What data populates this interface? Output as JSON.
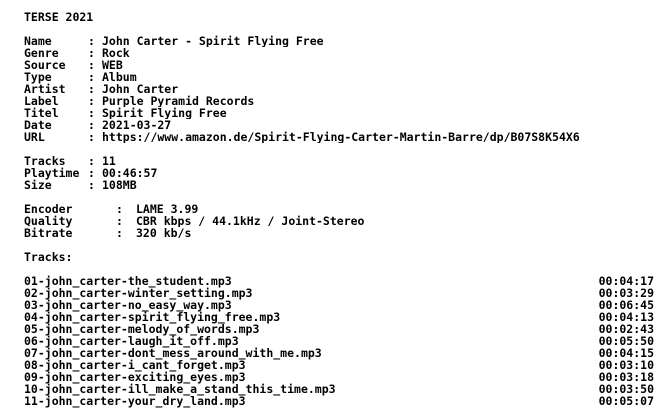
{
  "title": "TERSE 2021",
  "info": [
    {
      "key": "Name",
      "value": "John Carter - Spirit Flying Free"
    },
    {
      "key": "Genre",
      "value": "Rock"
    },
    {
      "key": "Source",
      "value": "WEB"
    },
    {
      "key": "Type",
      "value": "Album"
    },
    {
      "key": "Artist",
      "value": "John Carter"
    },
    {
      "key": "Label",
      "value": "Purple Pyramid Records"
    },
    {
      "key": "Titel",
      "value": "Spirit Flying Free"
    },
    {
      "key": "Date",
      "value": "2021-03-27"
    },
    {
      "key": "URL",
      "value": "https://www.amazon.de/Spirit-Flying-Carter-Martin-Barre/dp/B07S8K54X6"
    }
  ],
  "stats": [
    {
      "key": "Tracks",
      "value": "11"
    },
    {
      "key": "Playtime",
      "value": "00:46:57"
    },
    {
      "key": "Size",
      "value": "108MB"
    }
  ],
  "encoding": [
    {
      "key": "Encoder",
      "value": "LAME 3.99"
    },
    {
      "key": "Quality",
      "value": "CBR kbps / 44.1kHz / Joint-Stereo"
    },
    {
      "key": "Bitrate",
      "value": "320 kb/s"
    }
  ],
  "tracks_label": "Tracks:",
  "tracks": [
    {
      "file": "01-john_carter-the_student.mp3",
      "duration": "00:04:17"
    },
    {
      "file": "02-john_carter-winter_setting.mp3",
      "duration": "00:03:29"
    },
    {
      "file": "03-john_carter-no_easy_way.mp3",
      "duration": "00:06:45"
    },
    {
      "file": "04-john_carter-spirit_flying_free.mp3",
      "duration": "00:04:13"
    },
    {
      "file": "05-john_carter-melody_of_words.mp3",
      "duration": "00:02:43"
    },
    {
      "file": "06-john_carter-laugh_it_off.mp3",
      "duration": "00:05:50"
    },
    {
      "file": "07-john_carter-dont_mess_around_with_me.mp3",
      "duration": "00:04:15"
    },
    {
      "file": "08-john_carter-i_cant_forget.mp3",
      "duration": "00:03:10"
    },
    {
      "file": "09-john_carter-exciting_eyes.mp3",
      "duration": "00:03:18"
    },
    {
      "file": "10-john_carter-ill_make_a_stand_this_time.mp3",
      "duration": "00:03:50"
    },
    {
      "file": "11-john_carter-your_dry_land.mp3",
      "duration": "00:05:07"
    }
  ]
}
